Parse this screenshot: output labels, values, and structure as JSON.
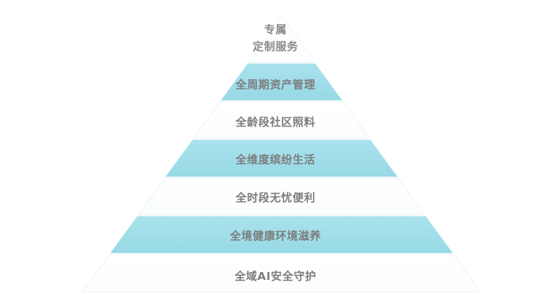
{
  "diagram": {
    "type": "pyramid",
    "title": "",
    "background_color": "#ffffff",
    "colors": {
      "band_accent": "#9edde8",
      "band_plain": "#fcfefe",
      "band_edge": "#e8f1f4",
      "text": "#7c7c7c",
      "apex_text": "#8a8a8a"
    },
    "apex": {
      "name": "apex-block",
      "line1": "专属",
      "line2": "定制服务",
      "fill": "plain"
    },
    "levels": [
      {
        "index": 1,
        "label": "全周期资产管理",
        "fill": "accent"
      },
      {
        "index": 2,
        "label": "全龄段社区照料",
        "fill": "plain"
      },
      {
        "index": 3,
        "label": "全维度缤纷生活",
        "fill": "accent"
      },
      {
        "index": 4,
        "label": "全时段无忧便利",
        "fill": "plain"
      },
      {
        "index": 5,
        "label": "全境健康环境滋养",
        "fill": "accent"
      },
      {
        "index": 6,
        "label": "全域AI安全守护",
        "fill": "plain"
      }
    ]
  }
}
